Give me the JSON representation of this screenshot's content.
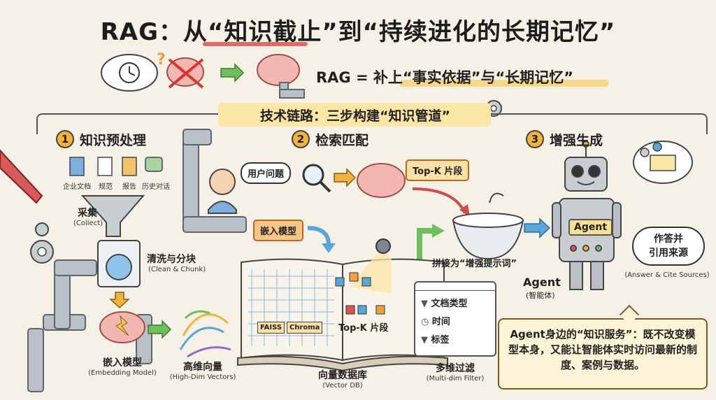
{
  "title": "RAG：从“知识截止”到“持续进化的长期记忆”",
  "formula": "RAG = 补上“事实依据”与“长期记忆”",
  "chain_title": "技术链路：三步构建“知识管道”",
  "steps": [
    {
      "num": "1",
      "label": "知识预处理"
    },
    {
      "num": "2",
      "label": "检索匹配"
    },
    {
      "num": "3",
      "label": "增强生成"
    }
  ],
  "documents": [
    "企业文档",
    "规范",
    "报告",
    "历史对话"
  ],
  "collect": {
    "zh": "采集",
    "en": "(Collect)"
  },
  "clean": {
    "zh": "清洗与分块",
    "en": "(Clean & Chunk)"
  },
  "embed_left": {
    "zh": "嵌入模型",
    "en": "(Embedding Model)"
  },
  "vectors": {
    "zh": "高维向量",
    "en": "(High-Dim Vectors)"
  },
  "user_question": "用户问题",
  "embed_tag": "嵌入模型",
  "topk_top": "Top-K 片段",
  "topk_book": "Top-K 片段",
  "faiss": "FAISS",
  "chroma": "Chroma",
  "vector_db": {
    "zh": "向量数据库",
    "en": "(Vector DB)"
  },
  "filters": [
    "文档类型",
    "时间",
    "标签"
  ],
  "filter_label": {
    "zh": "多维过滤",
    "en": "(Multi-dim Filter)"
  },
  "splice": "拼接为“增强提示词”",
  "agent_chip": "Agent",
  "agent_label": {
    "zh": "Agent",
    "sub": "(智能体)"
  },
  "answer": {
    "line1": "作答并",
    "line2": "引用来源",
    "en": "(Answer & Cite Sources)"
  },
  "note": "Agent身边的“知识服务”：既不改变模型本身，又能让智能体实时访问最新的制度、案例与数据。",
  "colors": {
    "background": "#f6f1e6",
    "accent_orange": "#f2b33d",
    "pipe": "#9aa3ad",
    "brain": "#e89a9a",
    "highlight": "#fbe6a6"
  }
}
